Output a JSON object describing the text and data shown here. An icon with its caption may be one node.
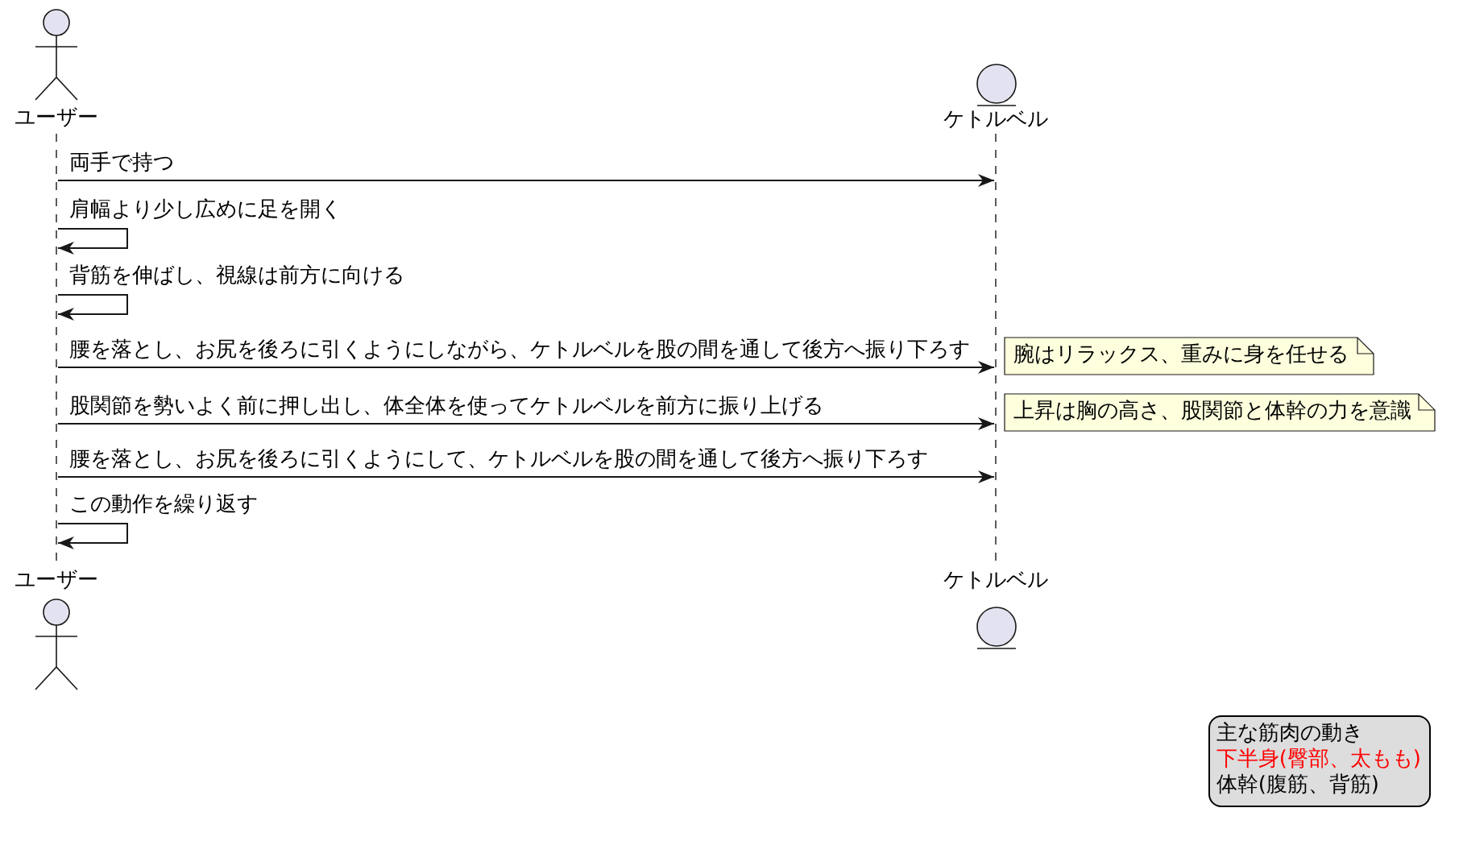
{
  "diagram": {
    "nodes": [
      {
        "text": [
          "ユーザー"
        ]
      },
      {
        "text": [
          "ケトルベル"
        ]
      },
      {
        "text": [],
        "shape": "line"
      },
      {
        "text": [],
        "shape": "line"
      },
      {
        "text": [
          "腕はリラックス、重みに身を任せる"
        ]
      },
      {
        "text": [
          "上昇は胸の高さ、股関節と体幹の力を意識"
        ]
      },
      {
        "text": [
          "ユーザー"
        ]
      },
      {
        "text": [
          "ケトルベル"
        ]
      },
      {
        "text": [
          "主な筋肉の動き",
          "下半身(臀部、太もも)",
          "体幹(腹筋、背筋)"
        ]
      }
    ],
    "edges": [
      {
        "from": 2,
        "to": 3,
        "arrow": "to",
        "label": "両手で持つ"
      },
      {
        "from": 2,
        "to": 2,
        "arrow": "to",
        "label": "肩幅より少し広めに足を開く"
      },
      {
        "from": 2,
        "to": 2,
        "arrow": "to",
        "label": "背筋を伸ばし、視線は前方に向ける"
      },
      {
        "from": 2,
        "to": 3,
        "arrow": "to",
        "label": "腰を落とし、お尻を後ろに引くようにしながら、ケトルベルを股の間を通して後方へ振り下ろす"
      },
      {
        "from": 2,
        "to": 3,
        "arrow": "to",
        "label": "股関節を勢いよく前に押し出し、体全体を使ってケトルベルを前方に振り上げる"
      },
      {
        "from": 2,
        "to": 3,
        "arrow": "to",
        "label": "腰を落とし、お尻を後ろに引くようにして、ケトルベルを股の間を通して後方へ振り下ろす"
      },
      {
        "from": 2,
        "to": 2,
        "arrow": "to",
        "label": "この動作を繰り返す"
      }
    ]
  }
}
